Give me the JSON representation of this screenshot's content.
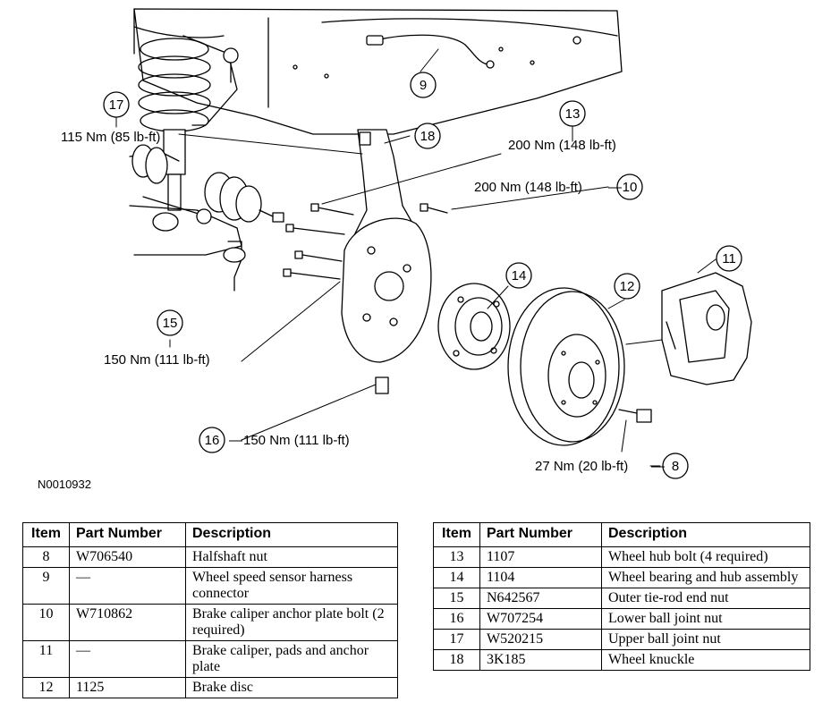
{
  "diagram": {
    "drawing_id": "N0010932",
    "callouts": [
      {
        "num": "8",
        "torque": "27 Nm (20 lb-ft)"
      },
      {
        "num": "9",
        "torque": ""
      },
      {
        "num": "10",
        "torque": "200 Nm (148 lb-ft)"
      },
      {
        "num": "11",
        "torque": ""
      },
      {
        "num": "12",
        "torque": ""
      },
      {
        "num": "13",
        "torque": "200 Nm (148 lb-ft)"
      },
      {
        "num": "14",
        "torque": ""
      },
      {
        "num": "15",
        "torque": "150 Nm (111 lb-ft)"
      },
      {
        "num": "16",
        "torque": "150 Nm (111 lb-ft)"
      },
      {
        "num": "17",
        "torque": "115 Nm (85 lb-ft)"
      },
      {
        "num": "18",
        "torque": ""
      }
    ]
  },
  "parts_table": {
    "headers": [
      "Item",
      "Part Number",
      "Description"
    ],
    "left_rows": [
      {
        "item": "8",
        "part": "W706540",
        "desc": "Halfshaft nut"
      },
      {
        "item": "9",
        "part": "—",
        "desc": "Wheel speed sensor harness connector"
      },
      {
        "item": "10",
        "part": "W710862",
        "desc": "Brake caliper anchor plate bolt (2 required)"
      },
      {
        "item": "11",
        "part": "—",
        "desc": "Brake caliper, pads and anchor plate"
      },
      {
        "item": "12",
        "part": "1125",
        "desc": "Brake disc"
      }
    ],
    "right_rows": [
      {
        "item": "13",
        "part": "1107",
        "desc": "Wheel hub bolt (4 required)"
      },
      {
        "item": "14",
        "part": "1104",
        "desc": "Wheel bearing and hub assembly"
      },
      {
        "item": "15",
        "part": "N642567",
        "desc": "Outer tie-rod end nut"
      },
      {
        "item": "16",
        "part": "W707254",
        "desc": "Lower ball joint nut"
      },
      {
        "item": "17",
        "part": "W520215",
        "desc": "Upper ball joint nut"
      },
      {
        "item": "18",
        "part": "3K185",
        "desc": "Wheel knuckle"
      }
    ]
  }
}
